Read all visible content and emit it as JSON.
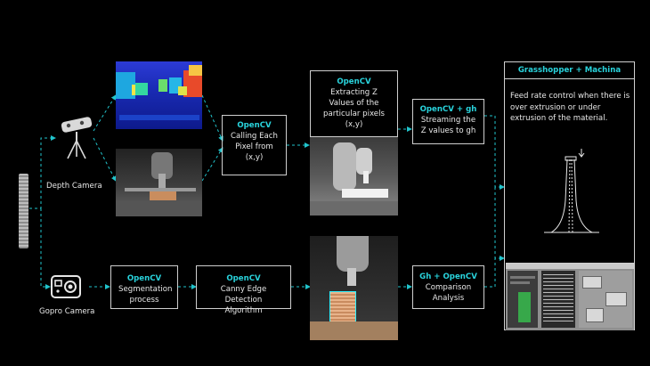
{
  "sources": {
    "depth_camera": "Depth Camera",
    "gopro_camera": "Gopro Camera"
  },
  "boxes": {
    "calling_pixel": {
      "head": "OpenCV",
      "body": "Calling Each Pixel from (x,y)"
    },
    "extracting_z": {
      "head": "OpenCV",
      "body": "Extracting Z Values of the particular pixels (x,y)"
    },
    "streaming_z": {
      "head": "OpenCV + gh",
      "body": "Streaming the Z values to gh"
    },
    "segmentation": {
      "head": "OpenCV",
      "body": "Segmentation process"
    },
    "canny_edge": {
      "head": "OpenCV",
      "body": "Canny Edge Detection Algorithm"
    },
    "comparison": {
      "head": "Gh + OpenCV",
      "body": "Comparison Analysis"
    }
  },
  "output_panel": {
    "head": "Grasshopper + Machina",
    "body": "Feed rate control when there is over extrusion or under extrusion of the material."
  },
  "colors": {
    "accent": "#29d3dc",
    "line": "#21c4cc",
    "box_border": "#cfcfcf",
    "background": "#000000"
  },
  "icons": [
    "depth-camera-icon",
    "gopro-camera-icon",
    "printed-column-icon"
  ]
}
